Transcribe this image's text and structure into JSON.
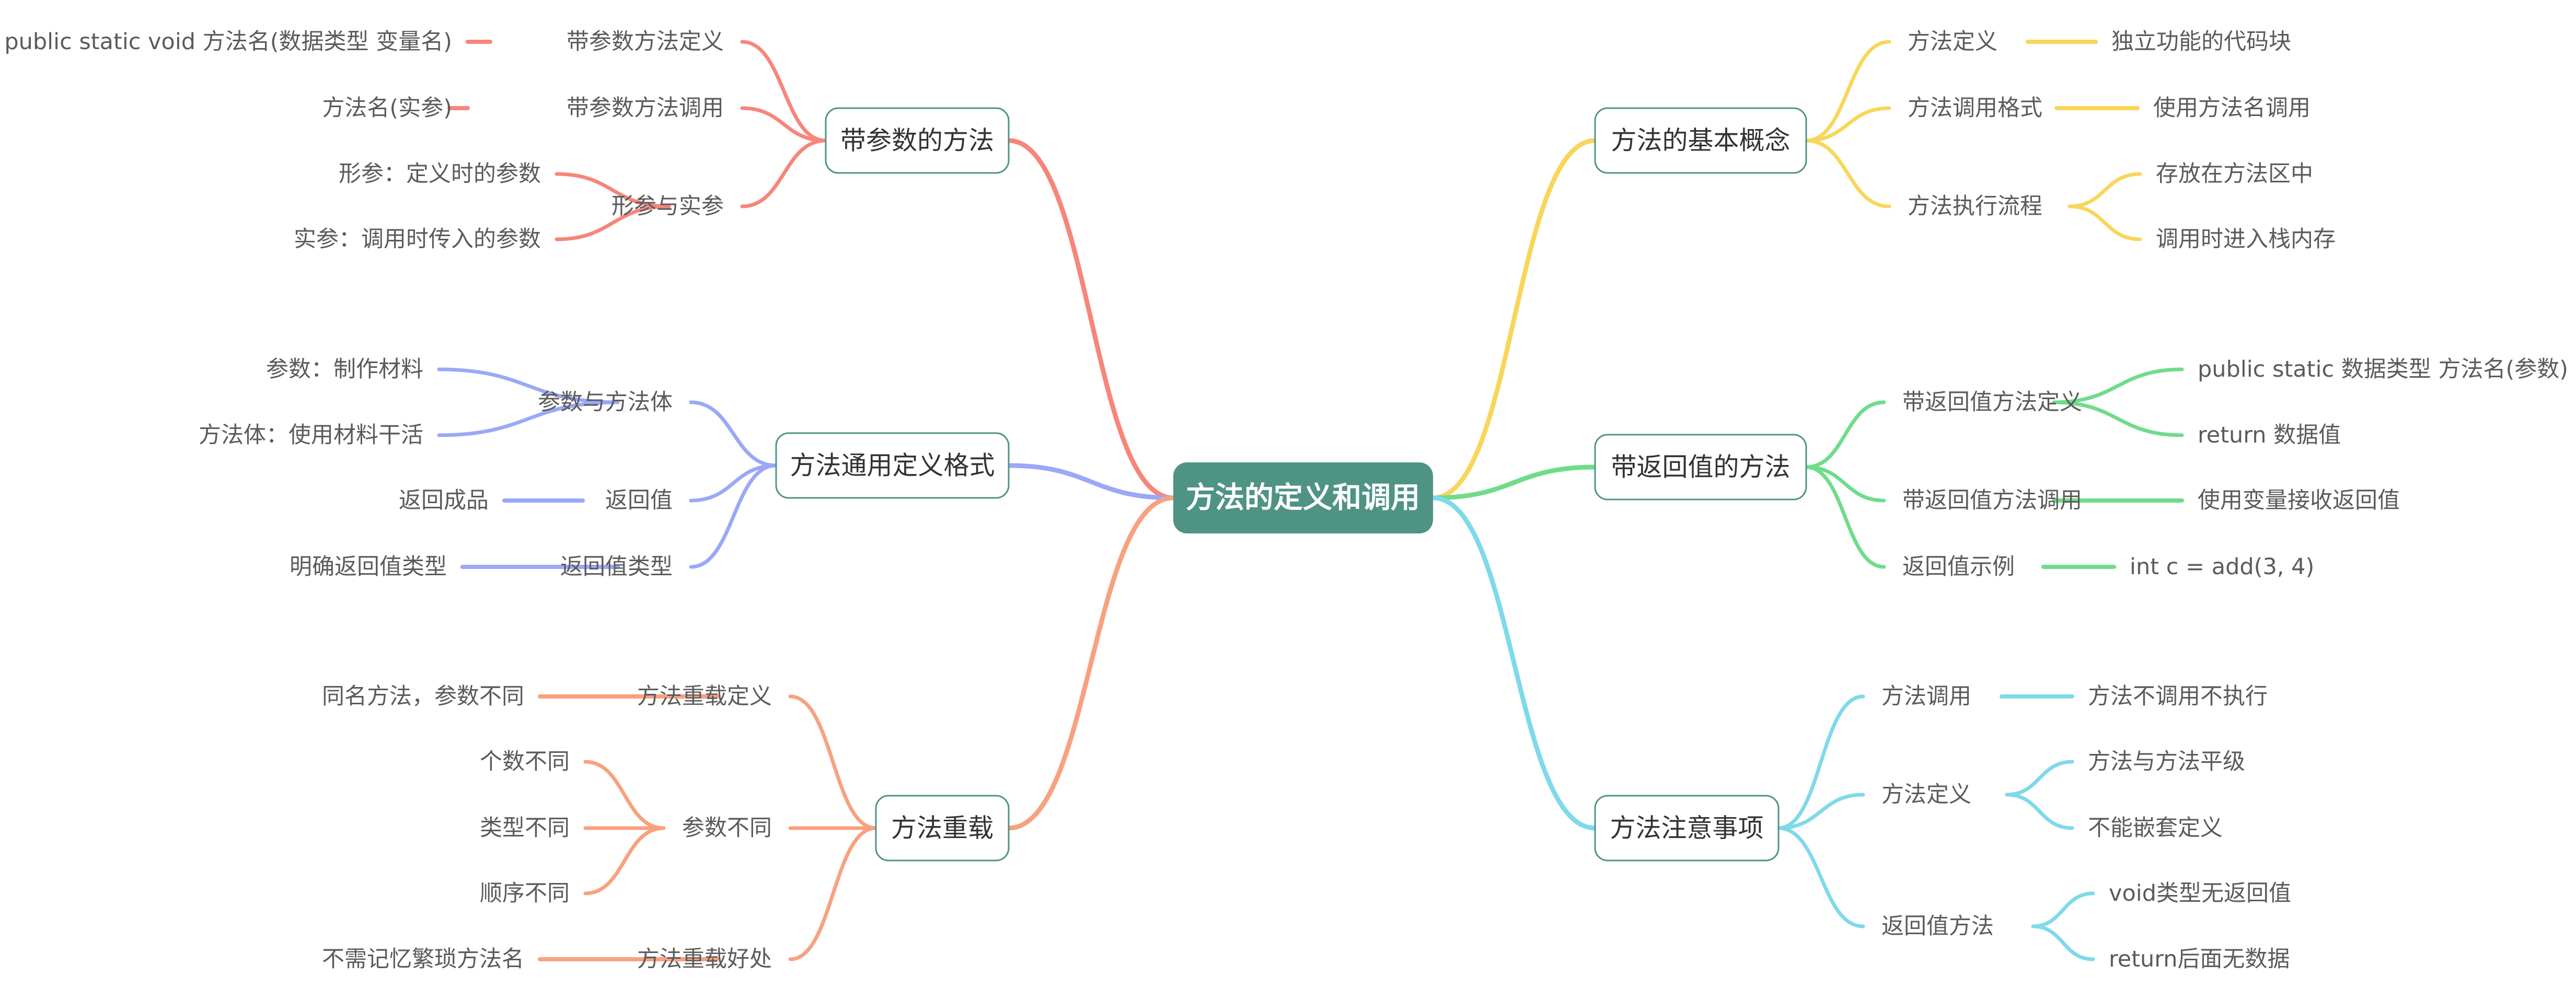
{
  "root": {
    "label": "方法的定义和调用",
    "color": "#4f9385"
  },
  "branches": [
    {
      "key": "params",
      "label": "带参数的方法",
      "color": "#f7857a",
      "children": [
        {
          "label": "带参数方法定义",
          "children": [
            {
              "label": "public static void 方法名(数据类型 变量名)"
            }
          ]
        },
        {
          "label": "带参数方法调用",
          "children": [
            {
              "label": "方法名(实参)"
            }
          ]
        },
        {
          "label": "形参与实参",
          "children": [
            {
              "label": "形参：定义时的参数"
            },
            {
              "label": "实参：调用时传入的参数"
            }
          ]
        }
      ]
    },
    {
      "key": "format",
      "label": "方法通用定义格式",
      "color": "#9aa8f7",
      "children": [
        {
          "label": "参数与方法体",
          "children": [
            {
              "label": "参数：制作材料"
            },
            {
              "label": "方法体：使用材料干活"
            }
          ]
        },
        {
          "label": "返回值",
          "children": [
            {
              "label": "返回成品"
            }
          ]
        },
        {
          "label": "返回值类型",
          "children": [
            {
              "label": "明确返回值类型"
            }
          ]
        }
      ]
    },
    {
      "key": "overload",
      "label": "方法重载",
      "color": "#f8a17f",
      "children": [
        {
          "label": "方法重载定义",
          "children": [
            {
              "label": "同名方法，参数不同"
            }
          ]
        },
        {
          "label": "参数不同",
          "children": [
            {
              "label": "个数不同"
            },
            {
              "label": "类型不同"
            },
            {
              "label": "顺序不同"
            }
          ]
        },
        {
          "label": "方法重载好处",
          "children": [
            {
              "label": "不需记忆繁琐方法名"
            }
          ]
        }
      ]
    },
    {
      "key": "basic",
      "label": "方法的基本概念",
      "color": "#f8d65a",
      "children": [
        {
          "label": "方法定义",
          "children": [
            {
              "label": "独立功能的代码块"
            }
          ]
        },
        {
          "label": "方法调用格式",
          "children": [
            {
              "label": "使用方法名调用"
            }
          ]
        },
        {
          "label": "方法执行流程",
          "children": [
            {
              "label": "存放在方法区中"
            },
            {
              "label": "调用时进入栈内存"
            }
          ]
        }
      ]
    },
    {
      "key": "return",
      "label": "带返回值的方法",
      "color": "#6fdc8a",
      "children": [
        {
          "label": "带返回值方法定义",
          "children": [
            {
              "label": "public static 数据类型 方法名(参数)"
            },
            {
              "label": "return 数据值"
            }
          ]
        },
        {
          "label": "带返回值方法调用",
          "children": [
            {
              "label": "使用变量接收返回值"
            }
          ]
        },
        {
          "label": "返回值示例",
          "children": [
            {
              "label": "int c = add(3, 4)"
            }
          ]
        }
      ]
    },
    {
      "key": "notes",
      "label": "方法注意事项",
      "color": "#7fd9ea",
      "children": [
        {
          "label": "方法调用",
          "children": [
            {
              "label": "方法不调用不执行"
            }
          ]
        },
        {
          "label": "方法定义",
          "children": [
            {
              "label": "方法与方法平级"
            },
            {
              "label": "不能嵌套定义"
            }
          ]
        },
        {
          "label": "返回值方法",
          "children": [
            {
              "label": "void类型无返回值"
            },
            {
              "label": "return后面无数据"
            }
          ]
        }
      ]
    }
  ]
}
